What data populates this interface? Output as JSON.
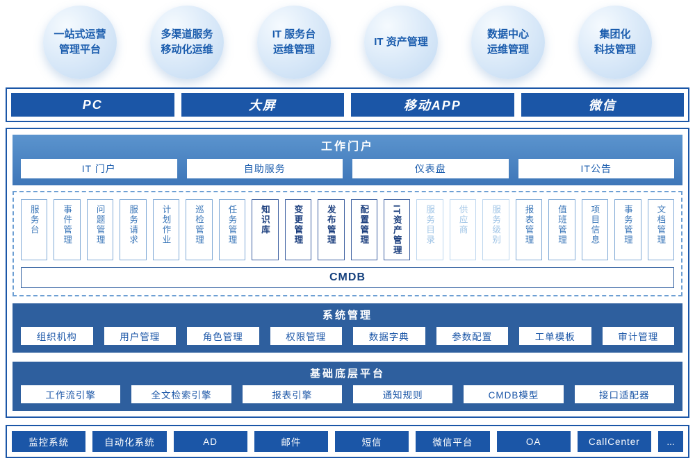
{
  "colors": {
    "primary_dark_blue": "#1b56a7",
    "section_blue": "#2e5f9e",
    "portal_band_blue": "#4a84c4",
    "bubble_light_blue": "#d4e6f8",
    "module_strong_text": "#1c3f7e",
    "module_light_text": "#9fc4e6"
  },
  "bubbles": [
    {
      "label": "一站式运营\n管理平台"
    },
    {
      "label": "多渠道服务\n移动化运维"
    },
    {
      "label": "IT 服务台\n运维管理"
    },
    {
      "label": "IT 资产管理"
    },
    {
      "label": "数据中心\n运维管理"
    },
    {
      "label": "集团化\n科技管理"
    }
  ],
  "channels": {
    "items": [
      "PC",
      "大屏",
      "移动APP",
      "微信"
    ]
  },
  "portal": {
    "title": "工作门户",
    "items": [
      "IT 门户",
      "自助服务",
      "仪表盘",
      "IT公告"
    ]
  },
  "modules": {
    "cmdb_label": "CMDB",
    "items": [
      {
        "label": "服务台",
        "variant": "normal"
      },
      {
        "label": "事件管理",
        "variant": "normal"
      },
      {
        "label": "问题管理",
        "variant": "normal"
      },
      {
        "label": "服务请求",
        "variant": "normal"
      },
      {
        "label": "计划作业",
        "variant": "normal"
      },
      {
        "label": "巡检管理",
        "variant": "normal"
      },
      {
        "label": "任务管理",
        "variant": "normal"
      },
      {
        "label": "知识库",
        "variant": "strong"
      },
      {
        "label": "变更管理",
        "variant": "strong"
      },
      {
        "label": "发布管理",
        "variant": "strong"
      },
      {
        "label": "配置管理",
        "variant": "strong"
      },
      {
        "label": "IT资产管理",
        "variant": "strong"
      },
      {
        "label": "服务目录",
        "variant": "light"
      },
      {
        "label": "供应商",
        "variant": "light"
      },
      {
        "label": "服务级别",
        "variant": "light"
      },
      {
        "label": "报表管理",
        "variant": "normal"
      },
      {
        "label": "值班管理",
        "variant": "normal"
      },
      {
        "label": "项目信息",
        "variant": "normal"
      },
      {
        "label": "事务管理",
        "variant": "normal"
      },
      {
        "label": "文档管理",
        "variant": "normal"
      }
    ]
  },
  "system": {
    "title": "系统管理",
    "items": [
      "组织机构",
      "用户管理",
      "角色管理",
      "权限管理",
      "数据字典",
      "参数配置",
      "工单模板",
      "审计管理"
    ]
  },
  "platform": {
    "title": "基础底层平台",
    "items": [
      "工作流引擎",
      "全文检索引擎",
      "报表引擎",
      "通知规则",
      "CMDB模型",
      "接口适配器"
    ]
  },
  "integrations": {
    "items": [
      "监控系统",
      "自动化系统",
      "AD",
      "邮件",
      "短信",
      "微信平台",
      "OA",
      "CallCenter",
      "..."
    ]
  }
}
